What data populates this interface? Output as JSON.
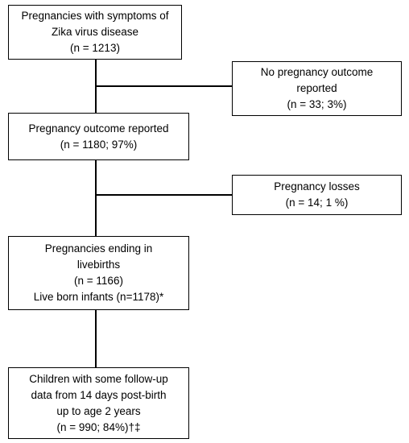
{
  "diagram": {
    "box1": {
      "lines": [
        "Pregnancies with symptoms of",
        "Zika virus disease",
        "(n = 1213)"
      ]
    },
    "excluded1": {
      "lines": [
        "No pregnancy outcome",
        "reported",
        "(n = 33; 3%)"
      ]
    },
    "box2": {
      "lines": [
        "Pregnancy outcome reported",
        "(n = 1180; 97%)"
      ]
    },
    "excluded2": {
      "lines": [
        "Pregnancy losses",
        "(n = 14; 1 %)"
      ]
    },
    "box3": {
      "lines": [
        "Pregnancies ending in",
        "livebirths",
        "(n = 1166)",
        "Live born infants (n=1178)*"
      ]
    },
    "box4": {
      "lines": [
        "Children with some follow-up",
        "data from 14 days post-birth",
        "up to age 2 years",
        "(n = 990; 84%)†‡"
      ]
    }
  }
}
